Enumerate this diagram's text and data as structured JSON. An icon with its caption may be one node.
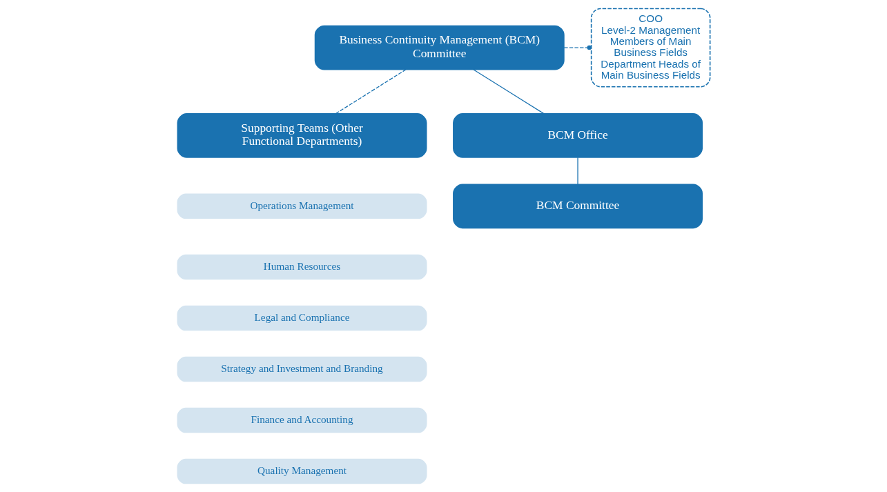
{
  "diagram": {
    "nodes": [
      {
        "text": [
          "Business Continuity Management (BCM) Committee"
        ]
      },
      {
        "text": [
          "COO",
          "Level-2 Management Members of Main Business Fields",
          "Department Heads of Main Business Fields"
        ]
      },
      {
        "text": [
          "Supporting Teams (Other Functional Departments)"
        ]
      },
      {
        "text": [
          "BCM Office"
        ]
      },
      {
        "text": [
          "BCM Committee"
        ]
      },
      {
        "text": [
          "Operations Management"
        ]
      },
      {
        "text": [
          "Human Resources"
        ]
      },
      {
        "text": [
          "Legal and Compliance"
        ]
      },
      {
        "text": [
          "Strategy and Investment and Branding"
        ]
      },
      {
        "text": [
          "Finance and Accounting"
        ]
      },
      {
        "text": [
          "Quality Management"
        ]
      }
    ],
    "edges": [
      {
        "from": 0,
        "to": 1,
        "arrow": "other",
        "style": "dashed"
      },
      {
        "from": 0,
        "to": 3,
        "arrow": "none"
      },
      {
        "from": 0,
        "to": 2,
        "arrow": "none",
        "style": "dashed"
      },
      {
        "from": 3,
        "to": 4,
        "arrow": "none"
      }
    ]
  }
}
